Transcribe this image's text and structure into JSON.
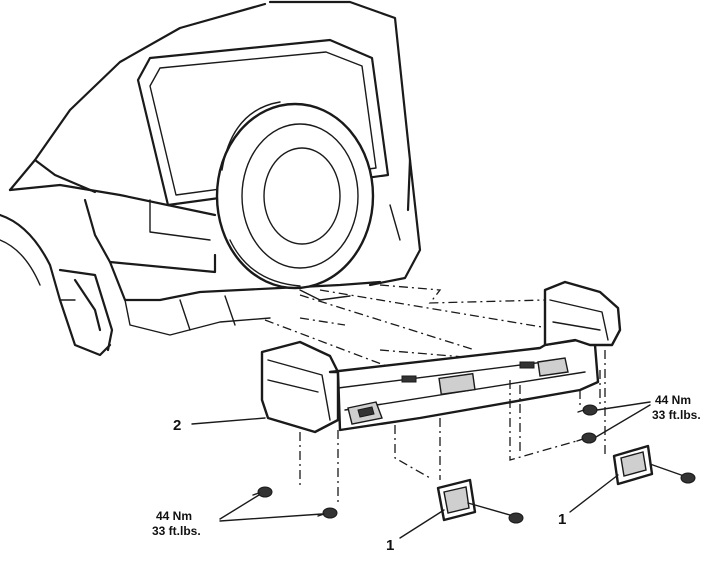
{
  "callouts": {
    "bumper_number": "2",
    "bracket_left_number": "1",
    "bracket_right_number": "1"
  },
  "torque_right": {
    "line1": "44 Nm",
    "line2": "33 ft.lbs."
  },
  "torque_left": {
    "line1": "44 Nm",
    "line2": "33 ft.lbs."
  }
}
